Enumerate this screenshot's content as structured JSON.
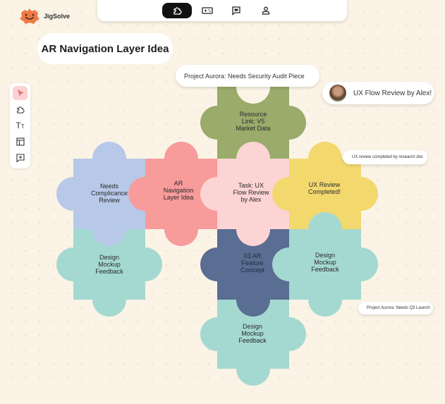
{
  "app": {
    "name": "JigSolve",
    "logo_color": "#f07a43"
  },
  "topnav": {
    "items": [
      {
        "icon": "puzzle-icon",
        "active": true
      },
      {
        "icon": "gamepad-icon",
        "active": false
      },
      {
        "icon": "chat-icon",
        "active": false
      },
      {
        "icon": "user-icon",
        "active": false
      }
    ]
  },
  "board": {
    "title": "AR Navigation Layer Idea"
  },
  "tools": [
    {
      "icon": "pointer-icon",
      "active": true
    },
    {
      "icon": "puzzle-piece-icon",
      "active": false
    },
    {
      "icon": "text-icon",
      "active": false
    },
    {
      "icon": "layout-icon",
      "active": false
    },
    {
      "icon": "add-comment-icon",
      "active": false
    }
  ],
  "comments": {
    "security": "Project Aurora: Needs Security Audit Piece",
    "alex": "UX Flow Review by Alex!",
    "research": "UX review completed by research doc",
    "launch": "Project Aurora: Needs Q3 Launch"
  },
  "pieces": {
    "resource": {
      "label": "Resource\nLink: V5\nMarket Data",
      "color": "#9aab6b"
    },
    "compliance": {
      "label": "Needs\nComplicance\nReview",
      "color": "#b8c8e8"
    },
    "ar_nav": {
      "label": "AR\nNavigation\nLayer Idea",
      "color": "#f89b9b"
    },
    "ux_task": {
      "label": "Task: UX\nFlow Review\nby Alex",
      "color": "#fdd4d4"
    },
    "ux_done": {
      "label": "UX Review\nCompleted!",
      "color": "#f3d86e"
    },
    "design_left": {
      "label": "Design\nMockup\nFeedback",
      "color": "#a4d9d1"
    },
    "feature": {
      "label": "03 AR\nFeature\nConcept",
      "color": "#5a6d92"
    },
    "design_right": {
      "label": "Design\nMockup\nFeedback",
      "color": "#a4d9d1"
    },
    "design_bottom": {
      "label": "Design\nMockup\nFeedback",
      "color": "#a4d9d1"
    }
  }
}
